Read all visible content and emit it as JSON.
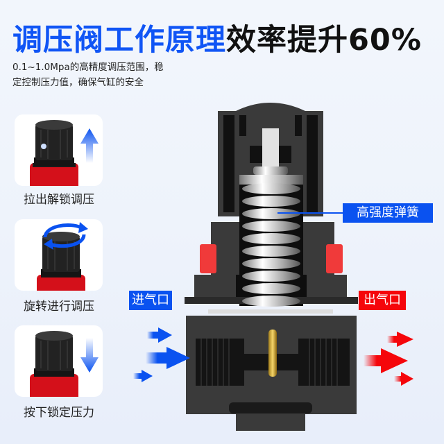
{
  "header": {
    "title_blue": "调压阀工作原理",
    "title_black": "效率提升60%",
    "subtitle_line1": "0.1~1.0Mpa的高精度调压范围，稳",
    "subtitle_line2": "定控制压力值，确保气缸的安全"
  },
  "steps": [
    {
      "label": "拉出解锁调压",
      "icon": "arrow-up-icon"
    },
    {
      "label": "旋转进行调压",
      "icon": "rotate-icon"
    },
    {
      "label": "按下锁定压力",
      "icon": "arrow-down-icon"
    }
  ],
  "diagram": {
    "spring_label": "高强度弹簧",
    "inlet_label": "进气口",
    "outlet_label": "出气口"
  },
  "colors": {
    "accent_blue": "#1055f5",
    "accent_red": "#f5060b",
    "body_dark": "#3a3a3a"
  }
}
